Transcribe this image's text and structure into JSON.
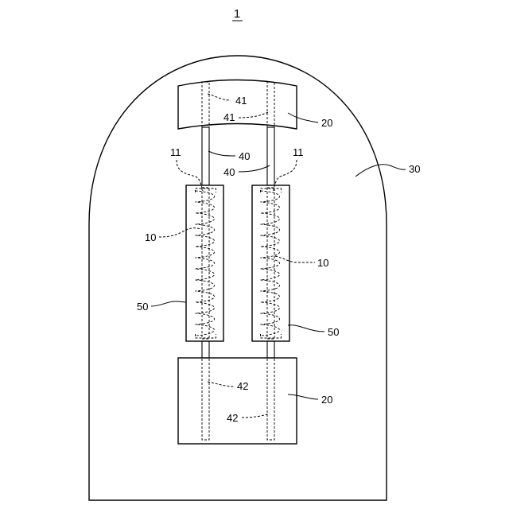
{
  "figure": {
    "number": "1",
    "labels": {
      "lbl_41_top": "41",
      "lbl_41_mid": "41",
      "lbl_20_top": "20",
      "lbl_11_left": "11",
      "lbl_40_left": "40",
      "lbl_11_right": "11",
      "lbl_40_right": "40",
      "lbl_30": "30",
      "lbl_10_left": "10",
      "lbl_10_right": "10",
      "lbl_50_left": "50",
      "lbl_50_right": "50",
      "lbl_42_top": "42",
      "lbl_20_bottom": "20",
      "lbl_42_bottom": "42"
    }
  }
}
